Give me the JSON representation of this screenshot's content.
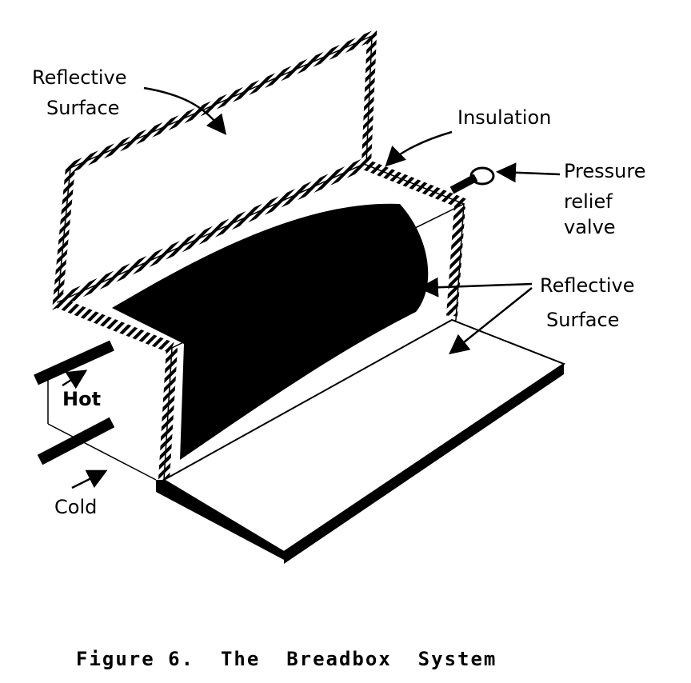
{
  "labels": {
    "reflective_surface_lid": [
      "Reflective",
      "Surface"
    ],
    "insulation": "Insulation",
    "pressure_relief_valve": [
      "Pressure",
      "relief",
      "valve"
    ],
    "reflective_surface_side": [
      "Reflective",
      "Surface"
    ],
    "hot": "Hot",
    "cold": "Cold"
  },
  "caption": "Figure 6.  The  Breadbox  System",
  "colors": {
    "ink": "#000000",
    "paper": "#ffffff"
  }
}
